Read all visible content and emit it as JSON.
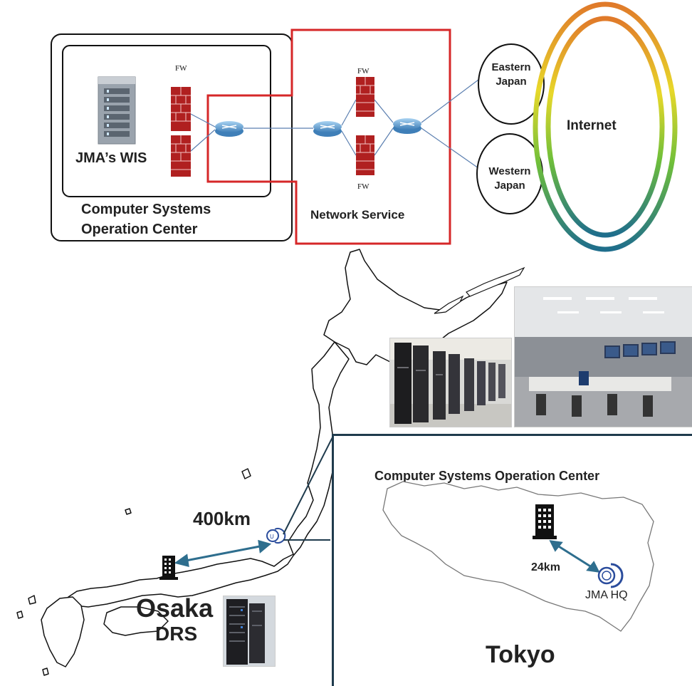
{
  "network": {
    "wis_label": "JMA’s WIS",
    "fw_label": "FW",
    "csoc_label_line1": "Computer Systems",
    "csoc_label_line2": "Operation Center",
    "network_service_label": "Network Service",
    "eastern_line1": "Eastern",
    "eastern_line2": "Japan",
    "western_line1": "Western",
    "western_line2": "Japan",
    "internet_label": "Internet"
  },
  "map": {
    "distance_main": "400km",
    "osaka_label": "Osaka",
    "drs_label": "DRS",
    "inset_title": "Computer Systems Operation Center",
    "inset_distance": "24km",
    "hq_label": "JMA HQ",
    "tokyo_label": "Tokyo"
  },
  "colors": {
    "network_service_border": "#d62728",
    "inset_border": "#1f3b4d",
    "arrow": "#2e6e8e"
  },
  "icons": [
    "server-rack-icon",
    "firewall-icon",
    "router-icon",
    "building-icon",
    "jma-logo-icon",
    "server-photo",
    "operation-room-photo"
  ]
}
